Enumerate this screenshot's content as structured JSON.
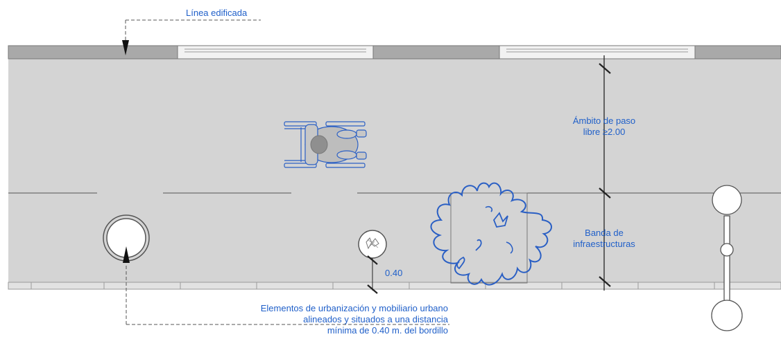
{
  "labels": {
    "building_line": "Línea edificada",
    "free_path_line1": "Ámbito de paso",
    "free_path_line2": "libre ≥2.00",
    "infra_band_line1": "Banda de",
    "infra_band_line2": "infraestructuras",
    "offset_dim": "0.40",
    "note_line1": "Elementos de urbanización y mobiliario urbano",
    "note_line2": "alineados y situados a una distancia",
    "note_line3": "mínima de 0.40 m. del bordillo"
  },
  "colors": {
    "annotation_blue": "#1f5fc9",
    "pavement": "#d4d4d4",
    "building_block": "#a9a9a9",
    "line_dark": "#555555"
  }
}
